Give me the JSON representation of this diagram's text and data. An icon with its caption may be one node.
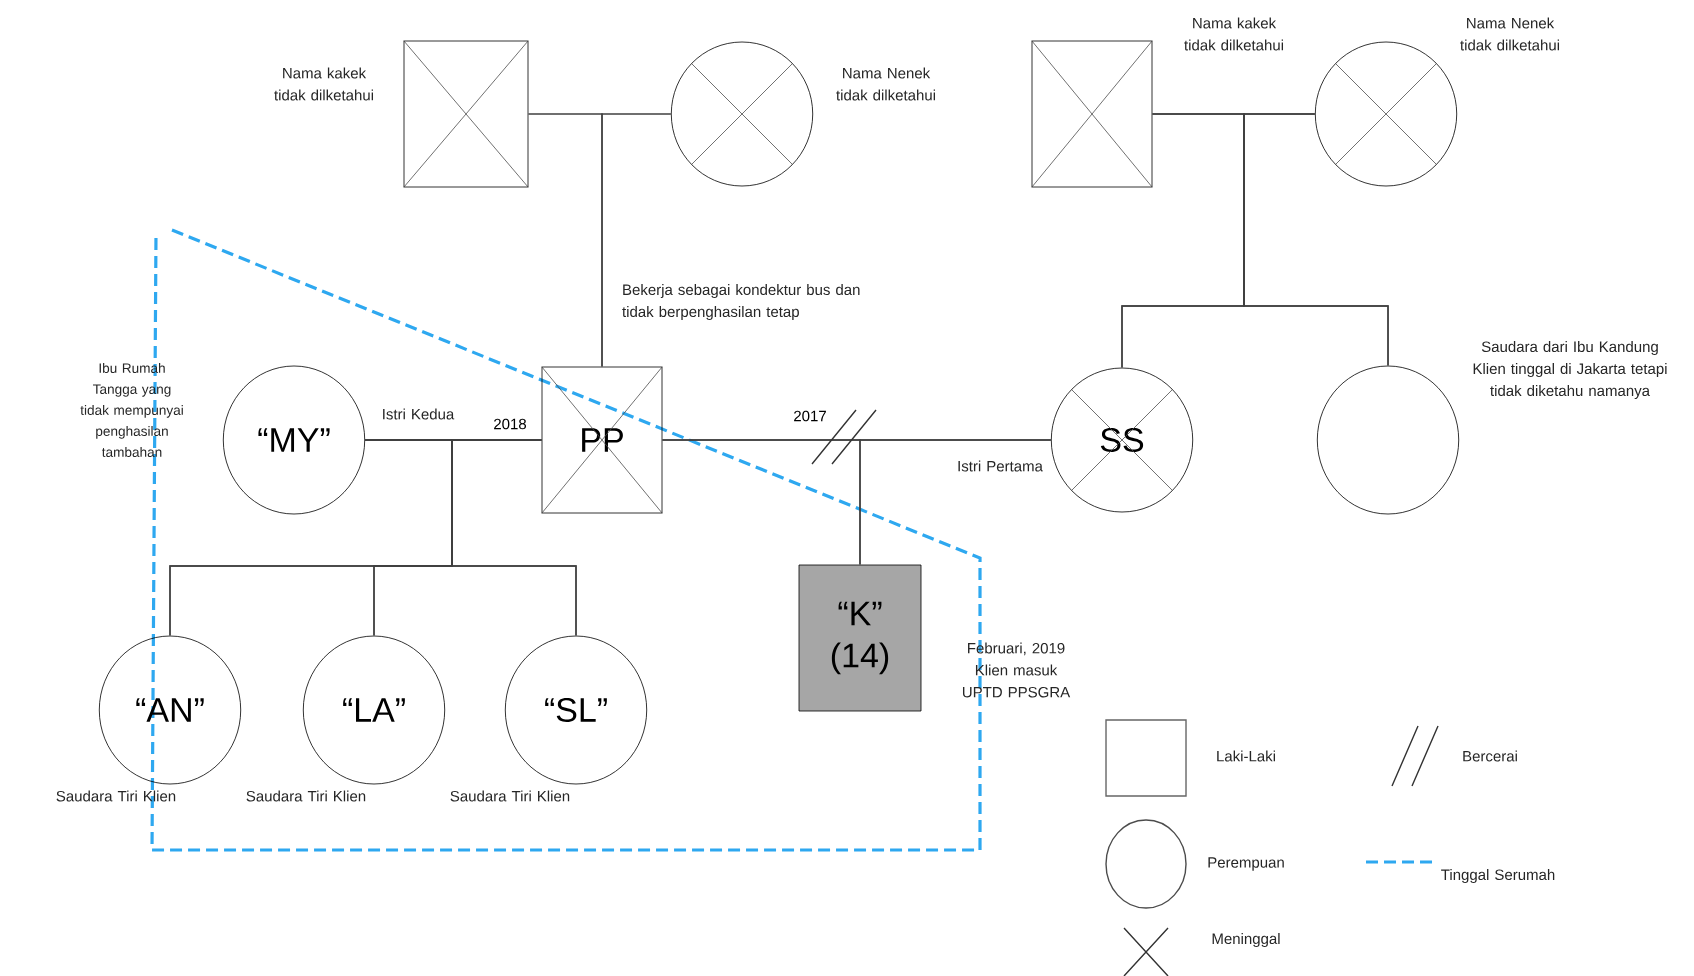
{
  "diagram": {
    "nodes": [
      {
        "text": [],
        "shape": "box",
        "beside": [
          "Nama kakek tidak dilketahui"
        ]
      },
      {
        "text": [],
        "shape": "circle",
        "beside": [
          "Nama Nenek tidak dilketahui"
        ]
      },
      {
        "text": [],
        "shape": "box",
        "beside": [
          "Nama kakek tidak dilketahui"
        ]
      },
      {
        "text": [],
        "shape": "circle",
        "beside": [
          "Nama Nenek tidak dilketahui"
        ]
      },
      {
        "text": [
          "“MY”"
        ],
        "beside": [
          "Ibu Rumah Tangga yang tidak mempunyai penghasilan tambahan",
          "Istri Kedua"
        ]
      },
      {
        "text": [
          "PP"
        ],
        "beside": [
          "Bekerja sebagai kondektur bus dan tidak berpenghasilan tetap"
        ]
      },
      {
        "text": [
          "SS"
        ],
        "beside": [
          "Istri Pertama"
        ]
      },
      {
        "text": [],
        "shape": "circle",
        "beside": [
          "Saudara dari Ibu Kandung Klien tinggal di Jakarta tetapi tidak diketahu namanya"
        ]
      },
      {
        "text": [
          "“K” (14)"
        ],
        "beside": [
          "Februari, 2019 Klien masuk UPTD PPSGRA"
        ]
      },
      {
        "text": [
          "“AN”"
        ],
        "beside": [
          "Saudara Tiri Klien"
        ]
      },
      {
        "text": [
          "“LA”"
        ],
        "beside": [
          "Saudara Tiri Klien"
        ]
      },
      {
        "text": [
          "“SL”"
        ],
        "beside": [
          "Saudara Tiri Klien"
        ]
      }
    ],
    "edges": [
      {
        "from": 0,
        "to": 5,
        "arrow": "none"
      },
      {
        "from": 1,
        "to": 5,
        "arrow": "none"
      },
      {
        "from": 2,
        "to": 6,
        "arrow": "none"
      },
      {
        "from": 3,
        "to": 6,
        "arrow": "none"
      },
      {
        "from": 2,
        "to": 7,
        "arrow": "none"
      },
      {
        "from": 3,
        "to": 7,
        "arrow": "none"
      },
      {
        "from": 4,
        "to": 5,
        "arrow": "none",
        "label": "2018"
      },
      {
        "from": 5,
        "to": 6,
        "arrow": "none",
        "label": "2017"
      },
      {
        "from": 5,
        "to": 8,
        "arrow": "none"
      },
      {
        "from": 6,
        "to": 8,
        "arrow": "none"
      },
      {
        "from": 4,
        "to": 9,
        "arrow": "none"
      },
      {
        "from": 5,
        "to": 9,
        "arrow": "none"
      },
      {
        "from": 4,
        "to": 10,
        "arrow": "none"
      },
      {
        "from": 5,
        "to": 10,
        "arrow": "none"
      },
      {
        "from": 4,
        "to": 11,
        "arrow": "none"
      },
      {
        "from": 5,
        "to": 11,
        "arrow": "none"
      }
    ],
    "legend": [
      {
        "text": "Laki-Laki"
      },
      {
        "text": "Bercerai"
      },
      {
        "text": "Perempuan"
      },
      {
        "text": "Tinggal Serumah"
      },
      {
        "text": "Meninggal"
      }
    ]
  }
}
